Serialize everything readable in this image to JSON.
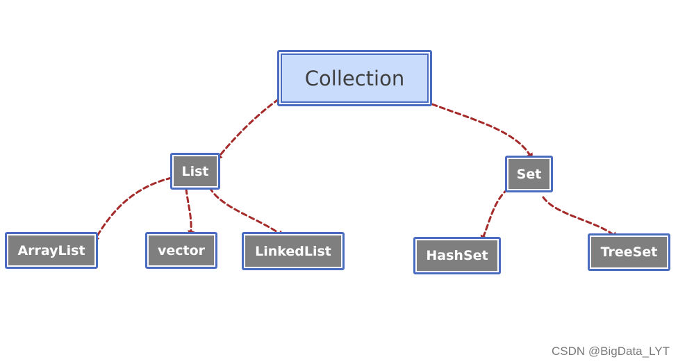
{
  "diagram": {
    "root": "Collection",
    "branches": {
      "list": {
        "label": "List",
        "children": [
          "ArrayList",
          "vector",
          "LinkedList"
        ]
      },
      "set": {
        "label": "Set",
        "children": [
          "HashSet",
          "TreeSet"
        ]
      }
    }
  },
  "colors": {
    "root_fill": "#c9dcfb",
    "node_fill": "#7f7f7f",
    "node_border": "#4a6cc0",
    "arrow": "#a52a2a"
  },
  "watermark": "CSDN @BigData_LYT"
}
